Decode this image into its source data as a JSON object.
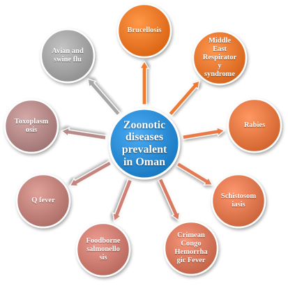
{
  "diagram": {
    "center": {
      "label": "Zoonotic\ndiseases\nprevalent\nin Oman",
      "color": "#2E8FD8"
    },
    "nodes": [
      {
        "id": "brucellosis",
        "label": "Brucellosis",
        "color": "#F27A2A"
      },
      {
        "id": "mers",
        "label": "Middle\nEast\nRespirator\ny\nsyndrome",
        "color": "#EE7A32"
      },
      {
        "id": "rabies",
        "label": "Rabies",
        "color": "#E97A45"
      },
      {
        "id": "schistosomiasis",
        "label": "Schistosom\niasis",
        "color": "#E27A52"
      },
      {
        "id": "cchf",
        "label": "Crimean\nCongo\nHemorrha\ngic Fever",
        "color": "#D9795E"
      },
      {
        "id": "salmonellosis",
        "label": "Foodborne\nsalmonello\nsis",
        "color": "#CF7F73"
      },
      {
        "id": "q-fever",
        "label": "Q fever",
        "color": "#C4847E"
      },
      {
        "id": "toxoplasmosis",
        "label": "Toxoplasm\nosis",
        "color": "#B78B8A"
      },
      {
        "id": "avian-swine-flu",
        "label": "Avian and\nswine flu",
        "color": "#A6A6A6"
      }
    ]
  }
}
